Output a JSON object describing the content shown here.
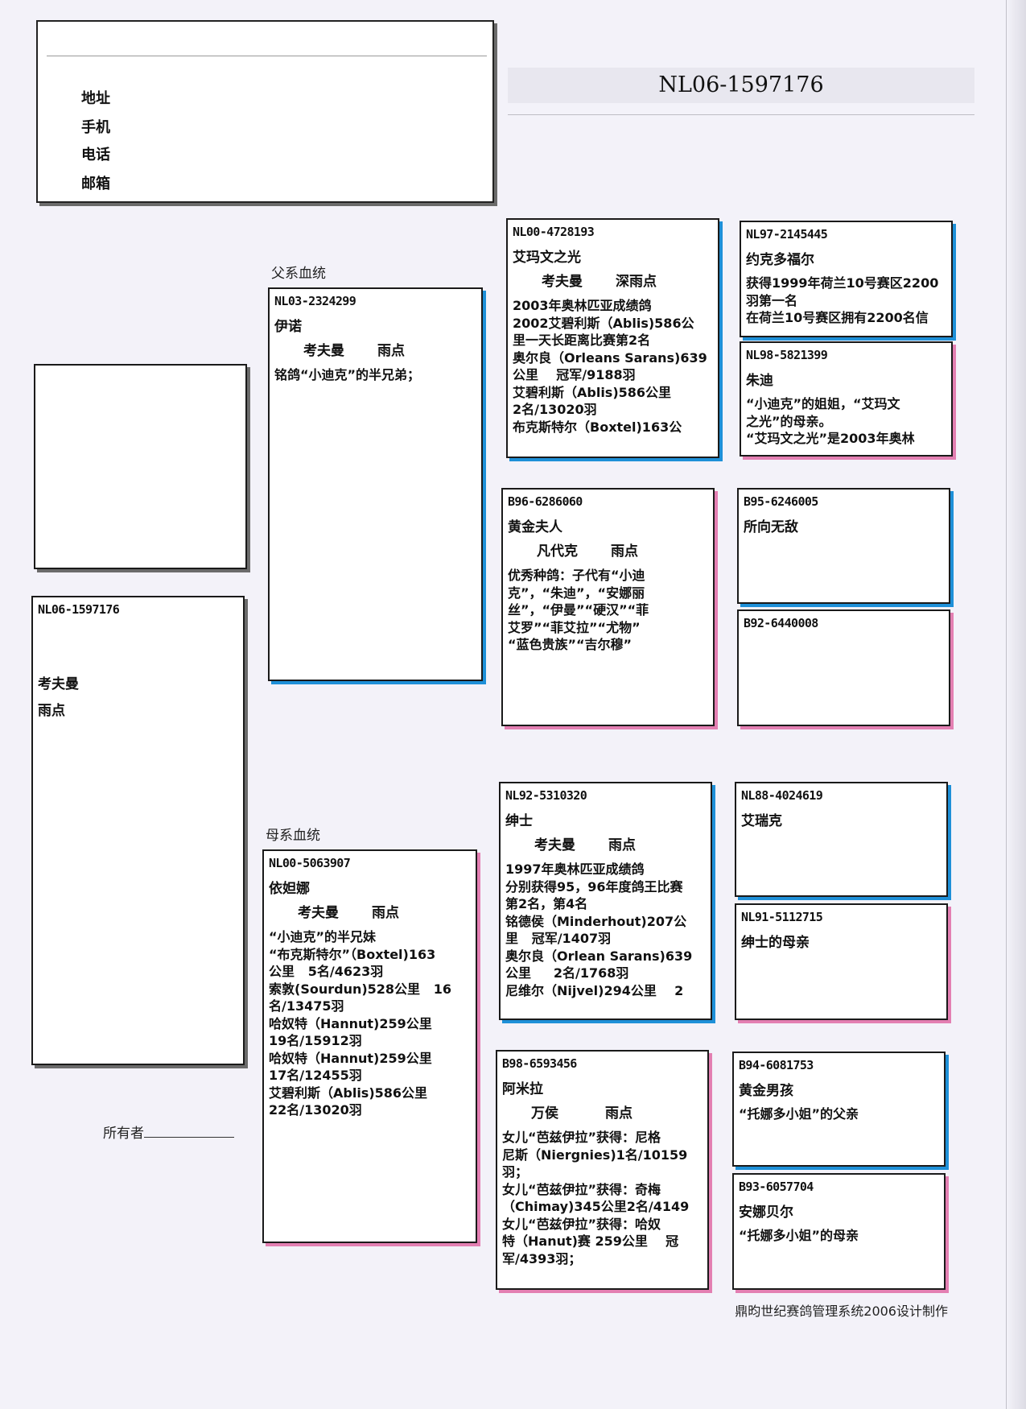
{
  "contact": {
    "address_label": "地址",
    "mobile_label": "手机",
    "phone_label": "电话",
    "email_label": "邮箱"
  },
  "title_ring": "NL06-1597176",
  "subject": {
    "ring": "NL06-1597176",
    "breeder": "考夫曼",
    "color": "雨点"
  },
  "owner_label": "所有者",
  "sire_side_label": "父系血统",
  "dam_side_label": "母系血统",
  "pedigree": {
    "sire": {
      "ring": "NL03-2324299",
      "name": "伊诺",
      "breeder": "考夫曼",
      "color": "雨点",
      "notes": [
        "铭鸽“小迪克”的半兄弟；"
      ]
    },
    "dam": {
      "ring": "NL00-5063907",
      "name": "依妲娜",
      "breeder": "考夫曼",
      "color": "雨点",
      "notes": [
        "“小迪克”的半兄妹",
        "“布克斯特尔”（Boxtel)163",
        "公里   5名/4623羽",
        "索敦(Sourdun)528公里   16",
        "名/13475羽",
        "哈奴特（Hannut)259公里",
        "19名/15912羽",
        "哈奴特（Hannut)259公里",
        "17名/12455羽",
        "艾碧利斯（Ablis)586公里",
        "22名/13020羽"
      ]
    },
    "sire_sire": {
      "ring": "NL00-4728193",
      "name": "艾玛文之光",
      "breeder": "考夫曼",
      "color": "深雨点",
      "notes": [
        "2003年奥林匹亚成绩鸽",
        "2002艾碧利斯（Ablis)586公",
        "里一天长距离比赛第2名",
        "奥尔良（Orleans Sarans)639",
        "公里    冠军/9188羽",
        "艾碧利斯（Ablis)586公里",
        "2名/13020羽",
        "布克斯特尔（Boxtel)163公"
      ]
    },
    "sire_dam": {
      "ring": "B96-6286060",
      "name": "黄金夫人",
      "breeder": "凡代克",
      "color": "雨点",
      "notes": [
        "优秀种鸽：子代有“小迪",
        "克”，“朱迪”，“安娜丽",
        "丝”，“伊曼”“硬汉”“菲",
        "艾罗”“菲艾拉”“尤物”",
        "“蓝色贵族”“吉尔穆”"
      ]
    },
    "dam_sire": {
      "ring": "NL92-5310320",
      "name": "绅士",
      "breeder": "考夫曼",
      "color": "雨点",
      "notes": [
        "1997年奥林匹亚成绩鸽",
        "分别获得95，96年度鸽王比赛",
        "第2名，第4名",
        "铭德侯（Minderhout)207公",
        "里   冠军/1407羽",
        "奥尔良（Orlean Sarans)639",
        "公里     2名/1768羽",
        "尼维尔（Nijvel)294公里    2"
      ]
    },
    "dam_dam": {
      "ring": "B98-6593456",
      "name": "阿米拉",
      "breeder": "万侯",
      "color": "雨点",
      "notes": [
        "女儿“芭兹伊拉”获得：尼格",
        "尼斯（Niergnies)1名/10159",
        "羽；",
        "女儿“芭兹伊拉”获得：奇梅",
        "（Chimay)345公里2名/4149",
        "女儿“芭兹伊拉”获得：哈奴",
        "特（Hanut)赛 259公里    冠",
        "军/4393羽；"
      ]
    },
    "sire_sire_sire": {
      "ring": "NL97-2145445",
      "name": "约克多福尔",
      "notes": [
        "获得1999年荷兰10号赛区2200",
        "羽第一名",
        "在荷兰10号赛区拥有2200名信"
      ]
    },
    "sire_sire_dam": {
      "ring": "NL98-5821399",
      "name": "朱迪",
      "notes": [
        "“小迪克”的姐姐，“艾玛文",
        "之光”的母亲。",
        "“艾玛文之光”是2003年奥林"
      ]
    },
    "sire_dam_sire": {
      "ring": "B95-6246005",
      "name": "所向无敌"
    },
    "sire_dam_dam": {
      "ring": "B92-6440008"
    },
    "dam_sire_sire": {
      "ring": "NL88-4024619",
      "name": "艾瑞克"
    },
    "dam_sire_dam": {
      "ring": "NL91-5112715",
      "name": "绅士的母亲"
    },
    "dam_dam_sire": {
      "ring": "B94-6081753",
      "name": "黄金男孩",
      "notes": [
        "“托娜多小姐”的父亲"
      ]
    },
    "dam_dam_dam": {
      "ring": "B93-6057704",
      "name": "安娜贝尔",
      "notes": [
        "“托娜多小姐”的母亲"
      ]
    }
  },
  "footer": "鼎昀世纪赛鸽管理系统2006设计制作",
  "colors": {
    "male_shadow": "#1e90d8",
    "female_shadow": "#e37fb2",
    "neutral_shadow": "#6b6b6b",
    "page_background": "#f3f2f9"
  }
}
